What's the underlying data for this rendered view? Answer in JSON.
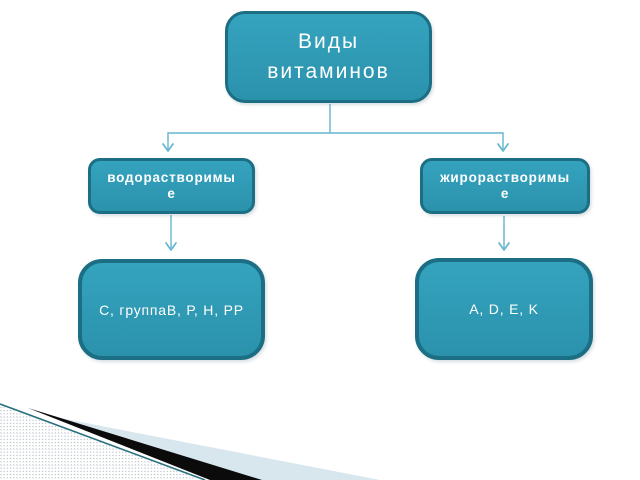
{
  "colors": {
    "slide_bg": "#ffffff",
    "box_fill": "#2b92ac",
    "box_fill_light": "#35a3be",
    "box_border": "#1b6e83",
    "connector": "#65b5cf",
    "band_blue": "#d8e6ee",
    "band_black": "#0b0b0b",
    "edge_teal": "#256f7d",
    "dot_gray": "#b2bac0",
    "text": "#ffffff"
  },
  "diagram": {
    "root": {
      "label": "Виды витаминов",
      "lines": [
        "Виды",
        "витаминов"
      ]
    },
    "level2": [
      {
        "label": "водорастворимые",
        "lines": [
          "водорастворимы",
          "е"
        ]
      },
      {
        "label": "жирорастворимые",
        "lines": [
          "жирорастворимы",
          "е"
        ]
      }
    ],
    "level3": [
      {
        "label": "С, группаВ, Р, Н, РР"
      },
      {
        "label": "A, D, E, K"
      }
    ]
  }
}
